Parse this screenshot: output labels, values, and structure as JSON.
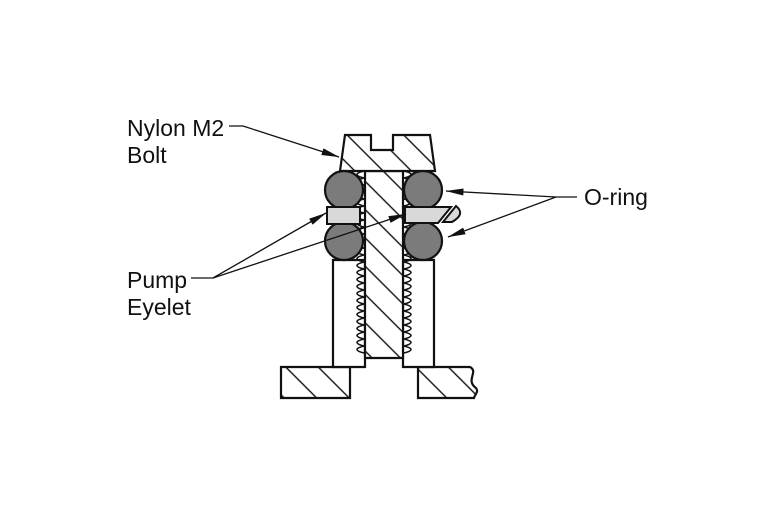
{
  "labels": {
    "bolt": {
      "line1": "Nylon M2",
      "line2": "Bolt"
    },
    "pump_eyelet": {
      "line1": "Pump",
      "line2": "Eyelet"
    },
    "oring": {
      "text": "O-ring"
    }
  },
  "colors": {
    "background": "#ffffff",
    "line": "#111111",
    "oring_fill": "#7b7b7b",
    "eyelet_fill": "#d9d9d9",
    "part_fill": "#ffffff"
  }
}
